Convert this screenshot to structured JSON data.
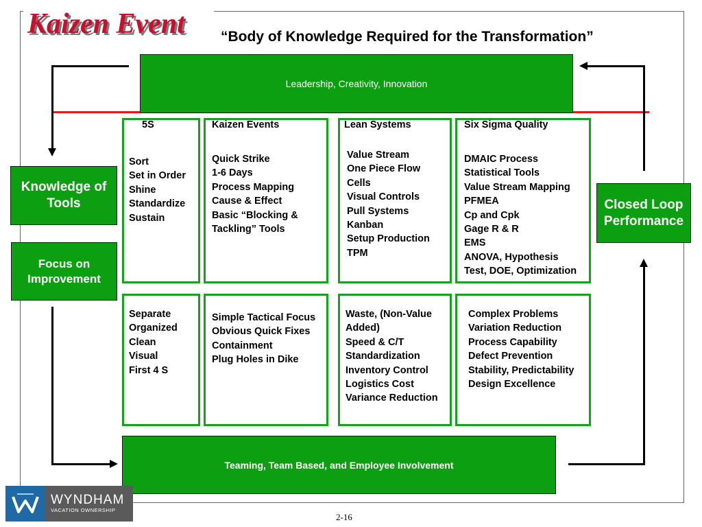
{
  "title": "Kaizen Event",
  "subtitle": "“Body of Knowledge Required for the Transformation”",
  "top_banner": "Leadership, Creativity, Innovation",
  "bottom_banner": "Teaming, Team Based, and Employee Involvement",
  "side_boxes": {
    "knowledge": [
      "Knowledge of",
      "Tools"
    ],
    "focus": [
      "Focus on",
      "Improvement"
    ],
    "closed_loop": [
      "Closed Loop",
      "Performance"
    ]
  },
  "columns": [
    {
      "header": "5S",
      "upper": [
        "Sort",
        "Set in Order",
        "Shine",
        "Standardize",
        "Sustain"
      ],
      "lower": [
        "Separate",
        "Organized",
        "Clean",
        "Visual",
        "First 4 S"
      ]
    },
    {
      "header": "Kaizen Events",
      "upper": [
        "Quick Strike",
        "1-6 Days",
        "Process Mapping",
        "Cause & Effect",
        "Basic “Blocking &",
        "Tackling” Tools"
      ],
      "lower": [
        "Simple Tactical Focus",
        "Obvious Quick Fixes",
        "Containment",
        "Plug Holes in Dike"
      ]
    },
    {
      "header": "Lean Systems",
      "upper": [
        "Value Stream",
        "One Piece Flow",
        "Cells",
        "Visual Controls",
        "Pull Systems",
        "Kanban",
        "Setup Production",
        "TPM"
      ],
      "lower": [
        "Waste, (Non-Value",
        "Added)",
        "Speed & C/T",
        "Standardization",
        "Inventory Control",
        "Logistics Cost",
        "Variance Reduction"
      ]
    },
    {
      "header": "Six Sigma Quality",
      "upper": [
        "DMAIC Process",
        "Statistical Tools",
        "Value Stream Mapping",
        "PFMEA",
        "Cp and Cpk",
        "Gage R & R",
        "EMS",
        "ANOVA, Hypothesis",
        "Test, DOE, Optimization"
      ],
      "lower": [
        "Complex Problems",
        "Variation Reduction",
        "Process Capability",
        "Defect Prevention",
        "Stability, Predictability",
        "Design Excellence"
      ]
    }
  ],
  "logo": {
    "name": "WYNDHAM",
    "tagline": "VACATION OWNERSHIP"
  },
  "page_number": "2-16",
  "colors": {
    "green": "#0d9f12",
    "column_border": "#14a41a",
    "title_red": "#c8102e",
    "rule_red": "#e11c1c"
  }
}
